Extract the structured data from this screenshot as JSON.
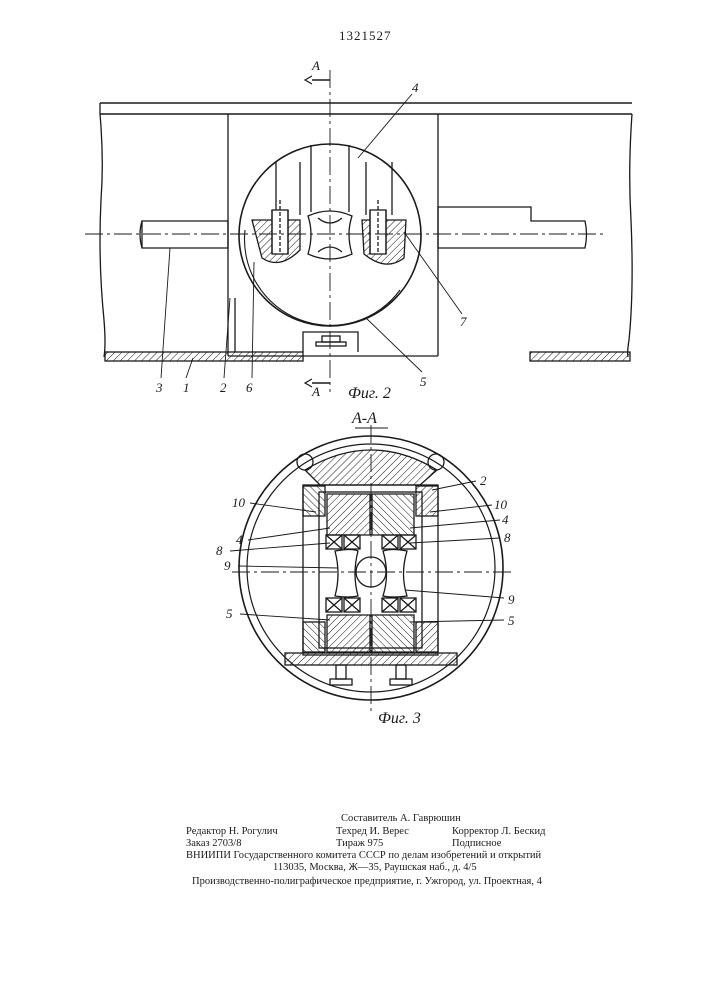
{
  "header": {
    "patent_number": "1321527"
  },
  "figure2": {
    "caption": "Фиг. 2",
    "section_marks": [
      "А",
      "А"
    ],
    "labels": {
      "l1": "1",
      "l2": "2",
      "l3": "3",
      "l4": "4",
      "l5": "5",
      "l6": "6",
      "l7": "7"
    }
  },
  "figure3": {
    "caption": "Фиг. 3",
    "section_title": "А-А",
    "labels": {
      "l2": "2",
      "l10_left": "10",
      "l10_right": "10",
      "l4_left": "4",
      "l4_right": "4",
      "l8_left": "8",
      "l8_right": "8",
      "l9_left": "9",
      "l9_right": "9",
      "l5_left": "5",
      "l5_right": "5"
    }
  },
  "footer": {
    "compiler": "Составитель А. Гаврюшин",
    "editor": "Редактор Н. Рогулич",
    "techred": "Техред И. Верес",
    "corrector": "Корректор Л. Бескид",
    "order": "Заказ 2703/8",
    "circulation": "Тираж 975",
    "subscription": "Подписное",
    "vniipi": "ВНИИПИ Государственного комитета СССР по делам изобретений и открытий",
    "address": "113035, Москва, Ж—35, Раушская наб., д. 4/5",
    "enterprise": "Производственно-полиграфическое предприятие, г. Ужгород, ул. Проектная, 4"
  }
}
